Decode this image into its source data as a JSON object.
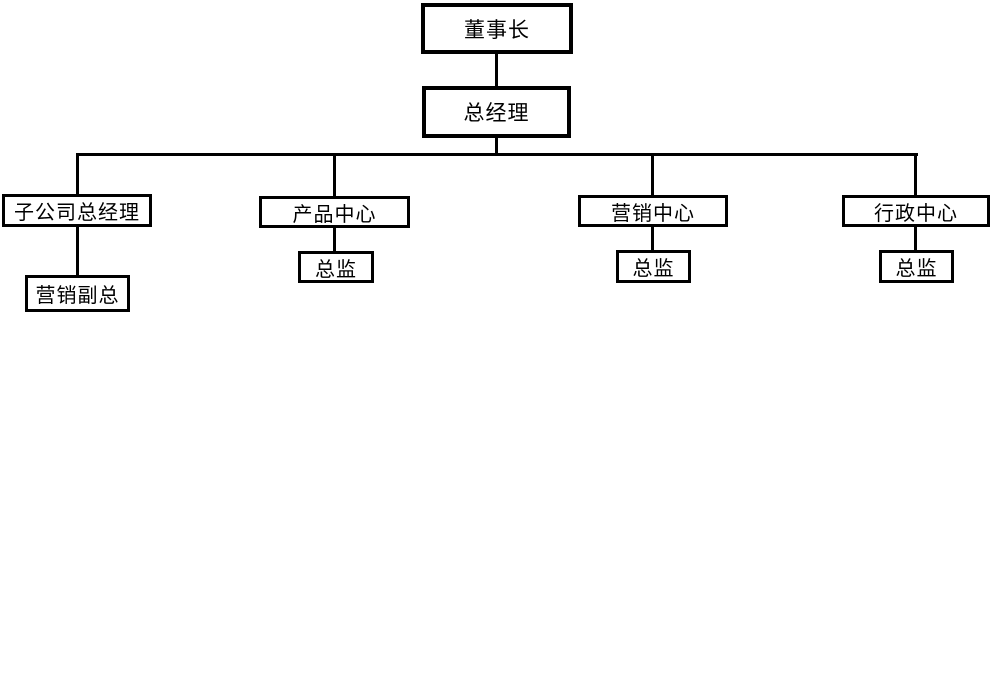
{
  "diagram": {
    "type": "org-chart",
    "background_color": "#ffffff",
    "box_fill": "#ffffff",
    "box_border_color": "#000000",
    "line_color": "#000000",
    "text_color": "#000000",
    "nodes": {
      "chairman": {
        "label": "董事长"
      },
      "general_manager": {
        "label": "总经理"
      },
      "subsidiary_gm": {
        "label": "子公司总经理"
      },
      "marketing_vp": {
        "label": "营销副总"
      },
      "product_center": {
        "label": "产品中心"
      },
      "product_director": {
        "label": "总监"
      },
      "marketing_center": {
        "label": "营销中心"
      },
      "marketing_director": {
        "label": "总监"
      },
      "admin_center": {
        "label": "行政中心"
      },
      "admin_director": {
        "label": "总监"
      }
    },
    "edges": [
      [
        "董事长",
        "总经理"
      ],
      [
        "总经理",
        "子公司总经理"
      ],
      [
        "总经理",
        "产品中心"
      ],
      [
        "总经理",
        "营销中心"
      ],
      [
        "总经理",
        "行政中心"
      ],
      [
        "子公司总经理",
        "营销副总"
      ],
      [
        "产品中心",
        "总监"
      ],
      [
        "营销中心",
        "总监"
      ],
      [
        "行政中心",
        "总监"
      ]
    ]
  }
}
